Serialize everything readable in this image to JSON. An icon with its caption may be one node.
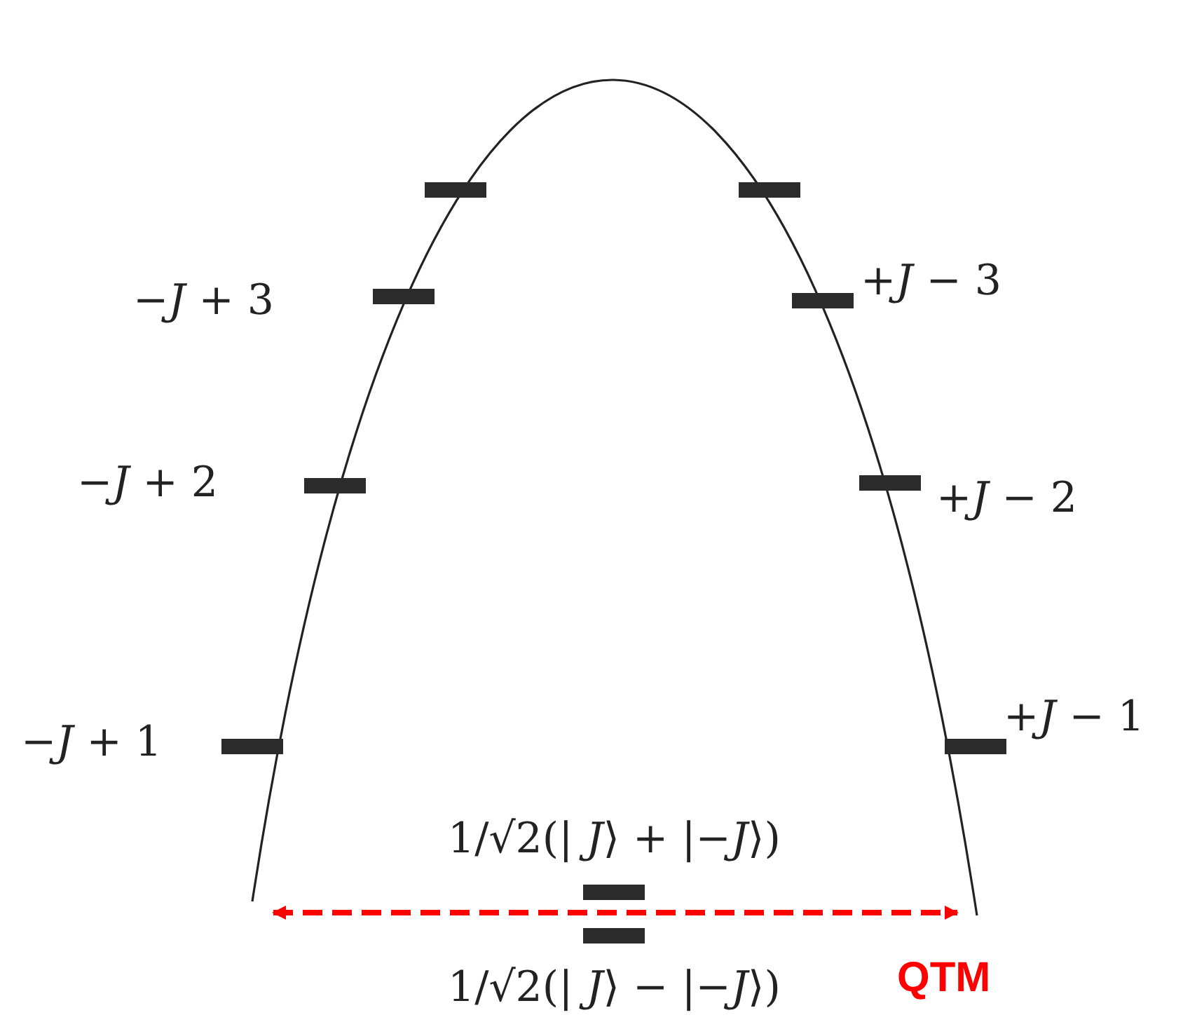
{
  "diagram": {
    "nodes": [
      {
        "text": [],
        "shape": "bar"
      },
      {
        "text": [],
        "shape": "bar"
      },
      {
        "text": [],
        "shape": "bar",
        "beside": [
          "−*J* + 3"
        ]
      },
      {
        "text": [],
        "shape": "bar",
        "beside": [
          "+*J*  − 3"
        ]
      },
      {
        "text": [],
        "shape": "bar",
        "beside": [
          "−*J* + 2"
        ]
      },
      {
        "text": [],
        "shape": "bar",
        "beside": [
          "+*J*  − 2"
        ]
      },
      {
        "text": [],
        "shape": "bar",
        "beside": [
          "−*J* + 1"
        ]
      },
      {
        "text": [],
        "shape": "bar",
        "beside": [
          "+*J*  − 1"
        ]
      },
      {
        "text": [],
        "shape": "bar",
        "beside": [
          "1/√2(| *J*⟩ + |−*J*⟩)"
        ]
      },
      {
        "text": [],
        "shape": "bar",
        "beside": [
          "1/√2(| *J*⟩ − |−*J*⟩)"
        ]
      }
    ],
    "labels": [
      "QTM"
    ]
  }
}
